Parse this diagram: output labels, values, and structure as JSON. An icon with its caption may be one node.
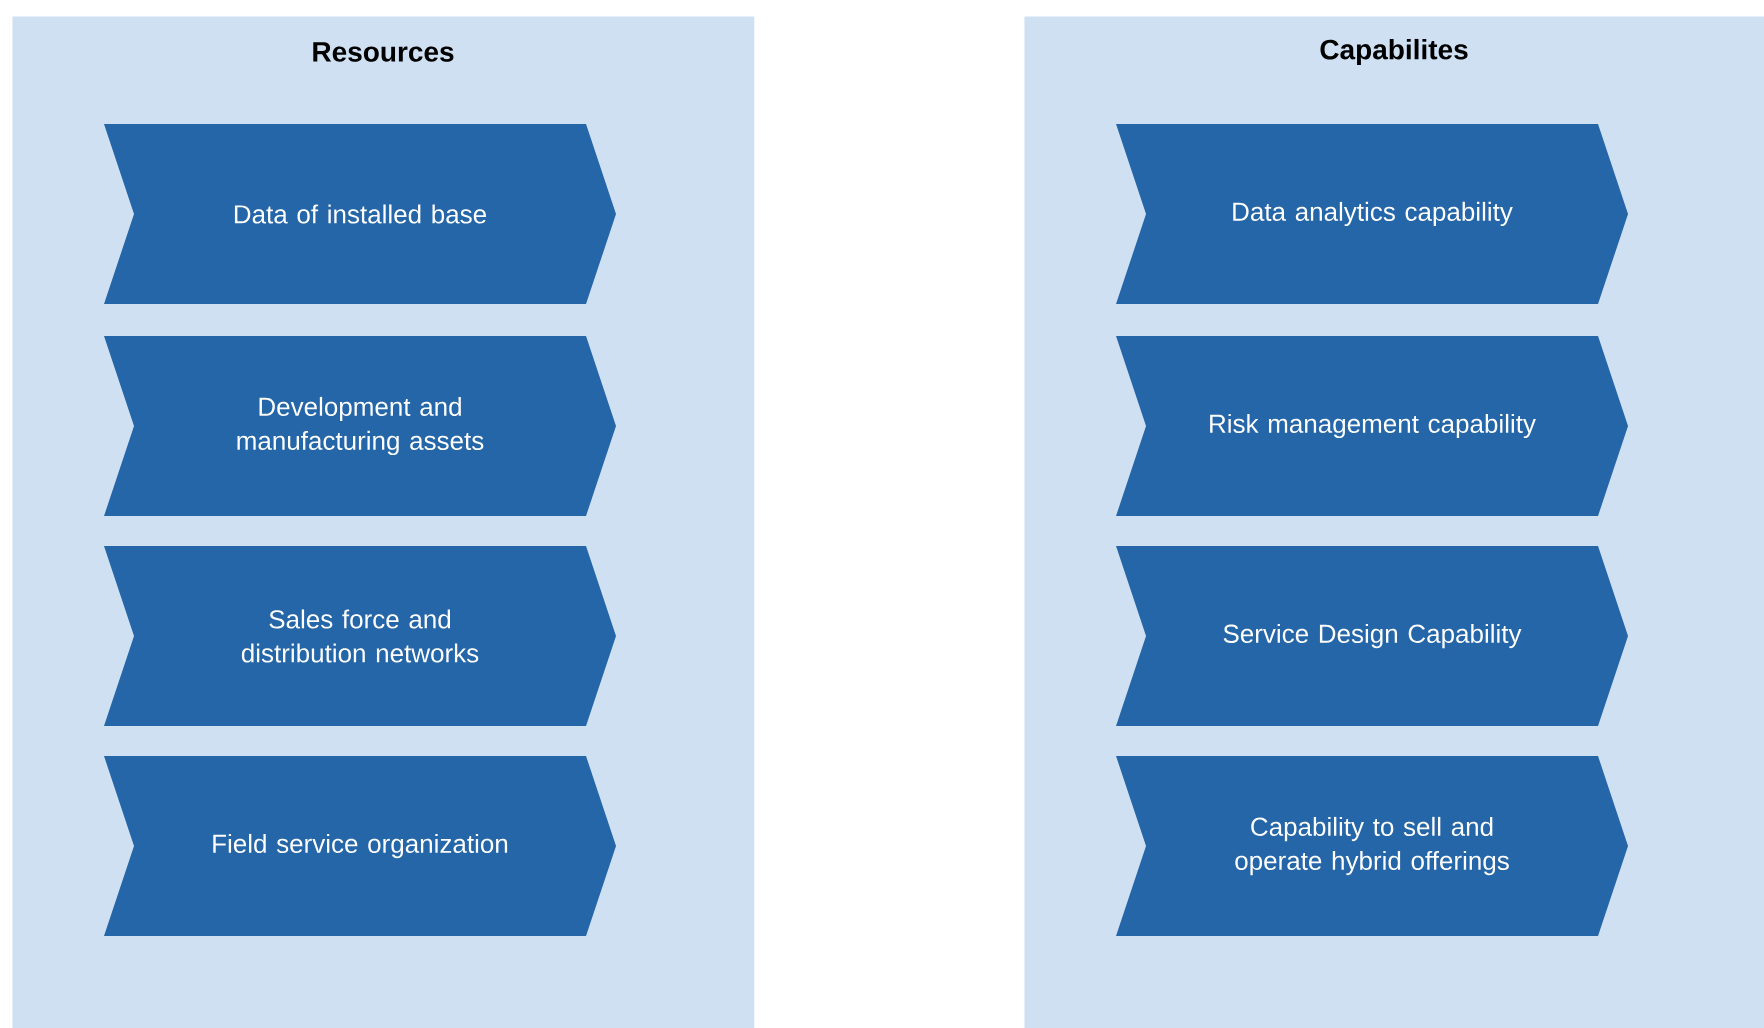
{
  "diagram": {
    "nodes": [
      {
        "text": [
          "Resources"
        ]
      },
      {
        "text": [
          "Data of installed base"
        ],
        "in": 0
      },
      {
        "text": [
          "Development and manufacturing assets"
        ],
        "in": 0
      },
      {
        "text": [
          "Sales force and distribution networks"
        ],
        "in": 0
      },
      {
        "text": [
          "Field service organization"
        ],
        "in": 0
      },
      {
        "text": [
          "Capabilites"
        ]
      },
      {
        "text": [
          "Data analytics capability"
        ],
        "in": 5
      },
      {
        "text": [
          "Risk management capability"
        ],
        "in": 5
      },
      {
        "text": [
          "Service Design Capability"
        ],
        "in": 5
      },
      {
        "text": [
          "Capability to sell and operate hybrid offerings"
        ],
        "in": 5
      }
    ]
  }
}
